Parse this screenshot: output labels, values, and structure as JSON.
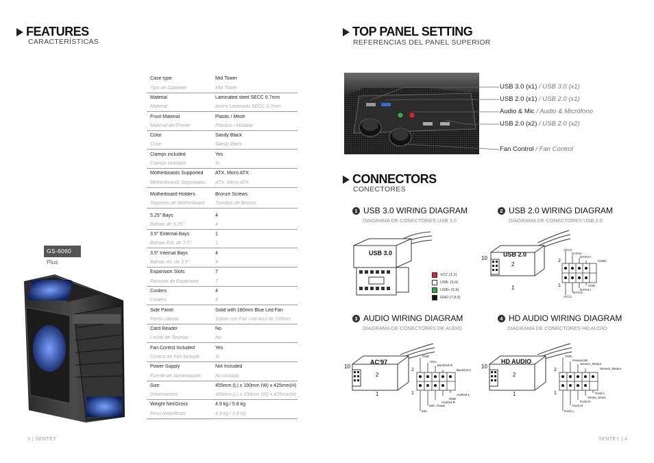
{
  "features": {
    "title": "FEATURES",
    "subtitle": "CARACTERÍSTICAS"
  },
  "specs": [
    {
      "k": "Case type",
      "v": "Mid Tower",
      "k_es": "Tipo de Gabinete",
      "v_es": "Mid Tower"
    },
    {
      "k": "Material",
      "v": "Laminated steel SECC 0.7mm",
      "k_es": "Material",
      "v_es": "Acero Laminado SECC 0.7mm"
    },
    {
      "k": "Front Material",
      "v": "Plastic / Mesh",
      "k_es": "Material del Frente",
      "v_es": "Plástico / Mallado"
    },
    {
      "k": "Color",
      "v": "Sandy Black",
      "k_es": "Color",
      "v_es": "Sandy Black"
    },
    {
      "k": "Clamps included",
      "v": "Yes",
      "k_es": "Clamps incluidos",
      "v_es": "Sí"
    },
    {
      "k": "Motherboards Supported",
      "v": "ATX, Micro ATX",
      "k_es": "Motherboards Soportados",
      "v_es": "ATX, Micro ATX"
    },
    {
      "k": "Motherboard Holders",
      "v": "Bronze Screws",
      "k_es": "Soportes de Motherboard",
      "v_es": "Tornillos de Bronce"
    },
    {
      "k": "5.25\" Bays",
      "v": "4",
      "k_es": "Bahías de 5.25\":",
      "v_es": "4"
    },
    {
      "k": "3.5\" External Bays",
      "v": "1",
      "k_es": "Bahías Ext. de 3.5\":",
      "v_es": "1"
    },
    {
      "k": "3.5\" Internal Bays",
      "v": "4",
      "k_es": "Bahías Int. de 3.5\":",
      "v_es": "4"
    },
    {
      "k": "Expansion Slots",
      "v": "7",
      "k_es": "Ranuras de Expansión",
      "v_es": "7"
    },
    {
      "k": "Coolers",
      "v": "4",
      "k_es": "Coolers",
      "v_es": "4"
    },
    {
      "k": "Side Panel",
      "v": "Solid with 180mm Blue Led Fan",
      "k_es": "Panel Lateral",
      "v_es": "Sólido con Fan Led Azul de 180mm"
    },
    {
      "k": "Card Reader",
      "v": "No",
      "k_es": "Lector de Tarjetas",
      "v_es": "No"
    },
    {
      "k": "Fan Control Included",
      "v": "Yes",
      "k_es": "Control de Fan Incluido",
      "v_es": "Sí"
    },
    {
      "k": "Power Supply",
      "v": "Not Included",
      "k_es": "Fuente de Alimentación",
      "v_es": "No incluida"
    },
    {
      "k": "Size",
      "v": "455mm (L) x 190mm (W) x 425mm(H)",
      "k_es": "Dimensiones",
      "v_es": "455mm (L) x 190mm (W) x 425mm(H)"
    },
    {
      "k": "Weight Net/Gross",
      "v": "4.9 kg / 5.8 kg",
      "k_es": "Peso Neto/Bruto",
      "v_es": "4.9 kg / 5.8 kg"
    }
  ],
  "product": {
    "model": "GS-6060",
    "variant": "Plus"
  },
  "footer": {
    "left": "3 | SENTEY",
    "right": "SENTEY | 4"
  },
  "top_panel": {
    "title": "TOP PANEL SETTING",
    "subtitle": "REFERENCIAS DEL PANEL SUPERIOR",
    "callouts": [
      {
        "en": "USB 3.0 (x1)",
        "es": "/ USB 3.0 (x1)"
      },
      {
        "en": "USB 2.0 (x1)",
        "es": "/ USB 2.0 (x1)"
      },
      {
        "en": "Audio & Mic",
        "es": "/ Audio & Micrófono"
      },
      {
        "en": "USB 2.0 (x2)",
        "es": "/ USB 2.0 (x2)"
      },
      {
        "en": "Fan Control",
        "es": "/ Fan Control"
      }
    ]
  },
  "connectors": {
    "title": "CONNECTORS",
    "subtitle": "CONECTORES",
    "diagrams": [
      {
        "num": "1",
        "title": "USB 3.0 WIRING DIAGRAM",
        "sub": "DIAGRAMA DE CONECTORES USB 3.0",
        "plug": "USB 3.0"
      },
      {
        "num": "2",
        "title": "USB 2.0 WIRING DIAGRAM",
        "sub": "DIAGRAMA DE CONECTORES USB 2.0",
        "plug": "USB 2.0"
      },
      {
        "num": "3",
        "title": "AUDIO WIRING DIAGRAM",
        "sub": "DIAGRAMA DE CONECTORES DE AUDIO",
        "plug": "AC'97"
      },
      {
        "num": "4",
        "title": "HD AUDIO WIRING DIAGRAM",
        "sub": "DIAGRAMA DE CONECTORES HD AUDIO",
        "plug": "HD AUDIO"
      }
    ],
    "legend": [
      {
        "label": "VCC  (1,2)",
        "color": "#d62828"
      },
      {
        "label": "USB-  (3,4)",
        "color": "#ffffff"
      },
      {
        "label": "USB+  (5,6)",
        "color": "#3aa84a"
      },
      {
        "label": "GND  (7,8,9)",
        "color": "#111111"
      }
    ],
    "usb2_pins": {
      "n10": "10",
      "n2": "2",
      "n1": "1",
      "vcc2": "VCC2",
      "data2m": "DATA2-",
      "data2p": "DATA2+",
      "gnd2": "GND2",
      "gnd": "GND",
      "data1p": "DATA1+",
      "data1m": "DATA1-",
      "vcc1": "VCC1"
    },
    "ac97_pins": {
      "n10": "10",
      "n2": "2",
      "n1": "1",
      "gnd": "GND",
      "plus5va": "+5VA",
      "backoutr": "BackOut-R",
      "backoutl": "BackOut-L",
      "audioutl": "AudOut-L",
      "gnd3": "GND",
      "audoutr": "AudOut-R",
      "micpower": "MIC- Power",
      "mic": "MIC"
    },
    "hd_pins": {
      "n10": "10",
      "n2": "2",
      "n1": "1",
      "gnd": "GND",
      "presence": "PresenceB",
      "sense1": "Sense1_Return",
      "sense2": "Sense2_Return",
      "port2l": "Port2-L",
      "sense_send": "Sense_Send",
      "port2r": "Port2-R",
      "port1r": "Port1-R",
      "port1l": "Port1-L"
    }
  }
}
